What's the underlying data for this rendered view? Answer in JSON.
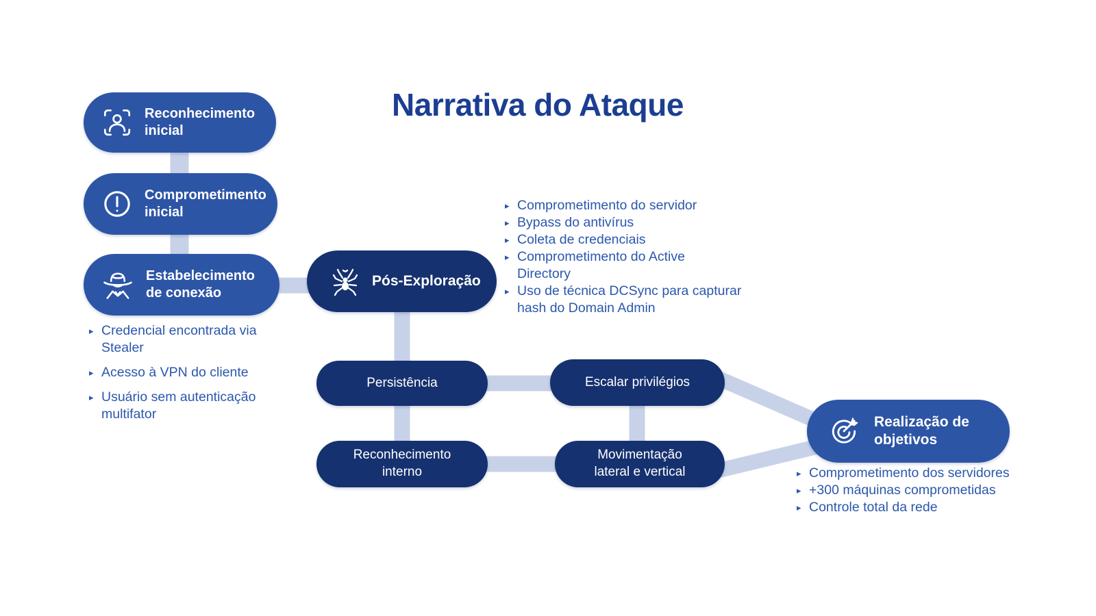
{
  "title": "Narrativa do Ataque",
  "bullet_char": "▸",
  "colors": {
    "node_primary": "#2d55a6",
    "node_dark": "#16316f",
    "connector": "#c7d2e9",
    "title_text": "#1c3e92",
    "list_text": "#2b57ac",
    "node_text": "#ffffff",
    "background": "#ffffff"
  },
  "nodes": {
    "recon_inicial": {
      "label": "Reconhecimento inicial",
      "icon": "user-scan-icon"
    },
    "comprometimento_inicial": {
      "label": "Comprometimento inicial",
      "icon": "alert-circle-icon"
    },
    "estabelecimento_conexao": {
      "label": "Estabelecimento de conexão",
      "icon": "spy-icon"
    },
    "pos_exploracao": {
      "label": "Pós-Exploração",
      "icon": "spider-icon"
    },
    "persistencia": {
      "label": "Persistência"
    },
    "escalar_privilegios": {
      "label": "Escalar privilégios"
    },
    "recon_interno": {
      "label": "Reconhecimento interno"
    },
    "movimentacao": {
      "label": "Movimentação lateral e vertical"
    },
    "realizacao_objetivos": {
      "label": "Realização de objetivos",
      "icon": "target-arrow-icon"
    }
  },
  "lists": {
    "estabelecimento_notes": {
      "items": [
        "Credencial encontrada via Stealer",
        "Acesso à VPN do cliente",
        "Usuário sem autenticação multifator"
      ]
    },
    "pos_exploracao_notes": {
      "items": [
        "Comprometimento do servidor",
        "Bypass do antivírus",
        "Coleta de credenciais",
        "Comprometimento do Active Directory",
        "Uso de técnica DCSync para capturar hash do Domain Admin"
      ]
    },
    "objetivos_notes": {
      "items": [
        "Comprometimento dos servidores",
        "+300 máquinas comprometidas",
        "Controle total da rede"
      ]
    }
  }
}
